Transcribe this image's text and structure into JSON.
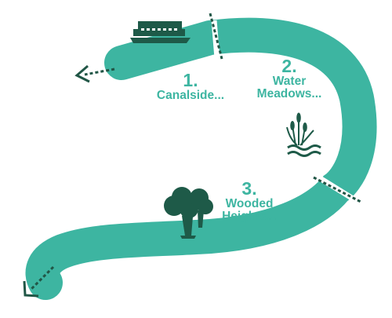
{
  "colors": {
    "path": "#3db5a1",
    "dark": "#1e5a48",
    "divider": "#215646",
    "text": "#3db5a1"
  },
  "sections": [
    {
      "number": "1.",
      "line1": "Canalside...",
      "line2": ""
    },
    {
      "number": "2.",
      "line1": "Water",
      "line2": "Meadows..."
    },
    {
      "number": "3.",
      "line1": "Wooded",
      "line2": "Heights..."
    }
  ],
  "icons": [
    "narrowboat-icon",
    "reeds-icon",
    "trees-icon",
    "arrow-left-icon",
    "arrow-down-left-icon"
  ]
}
